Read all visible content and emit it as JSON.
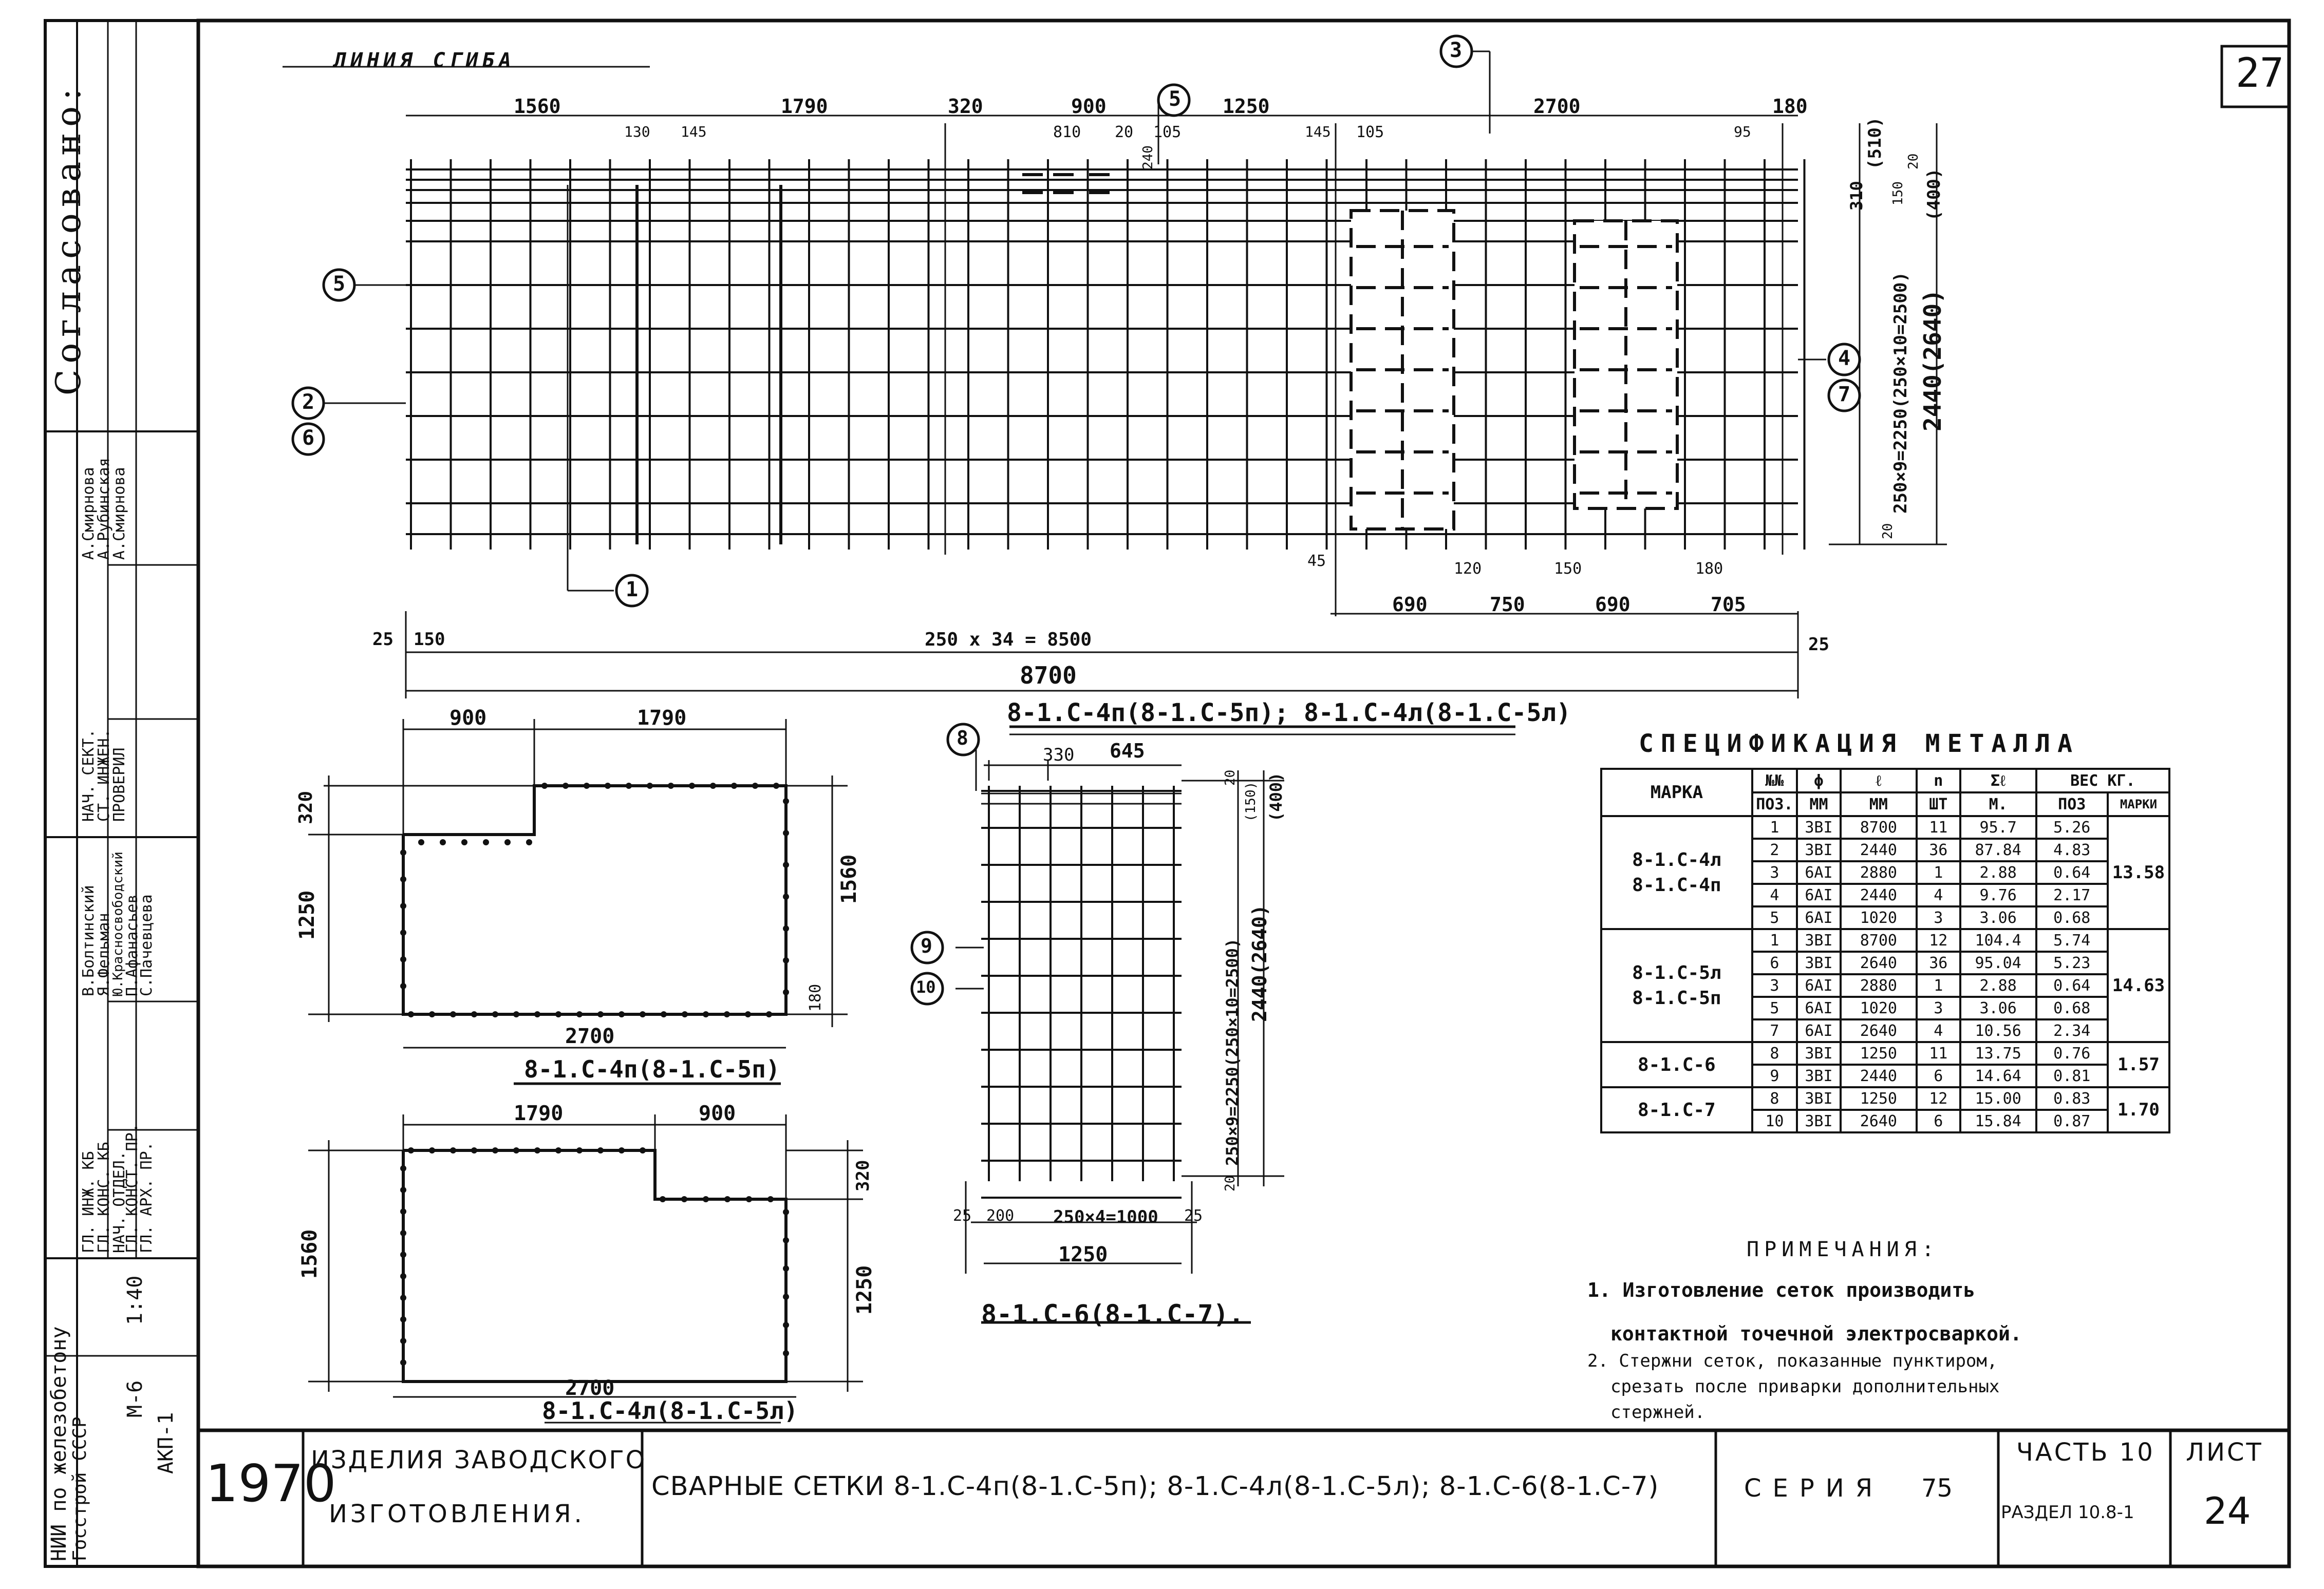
{
  "sheet": {
    "page_number": "27",
    "fold_line": "ЛИНИЯ СГИБА",
    "approved": "Согласовано:"
  },
  "main_grid": {
    "top_dims": [
      "1560",
      "1790",
      "320",
      "900",
      "1250",
      "2700",
      "180"
    ],
    "sub_dims": [
      "130",
      "145",
      "810",
      "20",
      "105",
      "145",
      "105",
      "95"
    ],
    "right_dims": [
      "310",
      "(510)",
      "150",
      "20",
      "(400)",
      "250×9=2250(250×10=2500)",
      "2440(2640)",
      "20"
    ],
    "bottom_dims": [
      "45",
      "120",
      "150",
      "180",
      "690",
      "750",
      "690",
      "705"
    ],
    "base_dims": [
      "25",
      "150",
      "250 x 34 = 8500",
      "8700",
      "25"
    ],
    "pos_labels": [
      "5",
      "2",
      "6",
      "1",
      "3",
      "5",
      "4",
      "7"
    ],
    "extra_dims": [
      "240"
    ],
    "caption": "8-1.С-4п(8-1.С-5п); 8-1.С-4л(8-1.С-5л)"
  },
  "plan_a": {
    "dims": [
      "900",
      "1790",
      "320",
      "1250",
      "1560",
      "180",
      "2700"
    ],
    "caption": "8-1.С-4п(8-1.С-5п)"
  },
  "plan_b": {
    "dims": [
      "1790",
      "900",
      "320",
      "1250",
      "1560",
      "2700"
    ],
    "caption": "8-1.С-4л(8-1.С-5л)"
  },
  "small_grid": {
    "pos_labels": [
      "8",
      "9",
      "10"
    ],
    "dims": [
      "330",
      "645",
      "20",
      "(150)",
      "(400)",
      "250×9=2250(250×10=2500)",
      "2440(2640)",
      "20",
      "25",
      "200",
      "250×4=1000",
      "25",
      "1250"
    ],
    "caption": "8-1.С-6(8-1.С-7)."
  },
  "spec": {
    "title": "СПЕЦИФИКАЦИЯ МЕТАЛЛА",
    "headers": {
      "mark": "МАРКА",
      "pos_top": "№№",
      "pos_bot": "ПОЗ.",
      "dia_top": "ϕ",
      "dia_bot": "ММ",
      "len_top": "ℓ",
      "len_bot": "ММ",
      "qty_top": "n",
      "qty_bot": "ШТ",
      "tot_top": "Σℓ",
      "tot_bot": "М.",
      "weight": "ВЕС КГ.",
      "w_pos": "ПОЗ",
      "w_mark": "МАРКИ"
    },
    "groups": [
      {
        "marks": [
          "8-1.С-4л",
          "8-1.С-4п"
        ],
        "total": "13.58",
        "rows": [
          {
            "pos": "1",
            "dia": "3ВI",
            "len": "8700",
            "qty": "11",
            "tot": "95.7",
            "w": "5.26"
          },
          {
            "pos": "2",
            "dia": "3ВI",
            "len": "2440",
            "qty": "36",
            "tot": "87.84",
            "w": "4.83"
          },
          {
            "pos": "3",
            "dia": "6АI",
            "len": "2880",
            "qty": "1",
            "tot": "2.88",
            "w": "0.64"
          },
          {
            "pos": "4",
            "dia": "6АI",
            "len": "2440",
            "qty": "4",
            "tot": "9.76",
            "w": "2.17"
          },
          {
            "pos": "5",
            "dia": "6АI",
            "len": "1020",
            "qty": "3",
            "tot": "3.06",
            "w": "0.68"
          }
        ]
      },
      {
        "marks": [
          "8-1.С-5л",
          "8-1.С-5п"
        ],
        "total": "14.63",
        "rows": [
          {
            "pos": "1",
            "dia": "3ВI",
            "len": "8700",
            "qty": "12",
            "tot": "104.4",
            "w": "5.74"
          },
          {
            "pos": "6",
            "dia": "3ВI",
            "len": "2640",
            "qty": "36",
            "tot": "95.04",
            "w": "5.23"
          },
          {
            "pos": "3",
            "dia": "6АI",
            "len": "2880",
            "qty": "1",
            "tot": "2.88",
            "w": "0.64"
          },
          {
            "pos": "5",
            "dia": "6АI",
            "len": "1020",
            "qty": "3",
            "tot": "3.06",
            "w": "0.68"
          },
          {
            "pos": "7",
            "dia": "6АI",
            "len": "2640",
            "qty": "4",
            "tot": "10.56",
            "w": "2.34"
          }
        ]
      },
      {
        "marks": [
          "8-1.С-6"
        ],
        "total": "1.57",
        "rows": [
          {
            "pos": "8",
            "dia": "3ВI",
            "len": "1250",
            "qty": "11",
            "tot": "13.75",
            "w": "0.76"
          },
          {
            "pos": "9",
            "dia": "3ВI",
            "len": "2440",
            "qty": "6",
            "tot": "14.64",
            "w": "0.81"
          }
        ]
      },
      {
        "marks": [
          "8-1.С-7"
        ],
        "total": "1.70",
        "rows": [
          {
            "pos": "8",
            "dia": "3ВI",
            "len": "1250",
            "qty": "12",
            "tot": "15.00",
            "w": "0.83"
          },
          {
            "pos": "10",
            "dia": "3ВI",
            "len": "2640",
            "qty": "6",
            "tot": "15.84",
            "w": "0.87"
          }
        ]
      }
    ]
  },
  "notes": {
    "title": "ПРИМЕЧАНИЯ:",
    "line1": "1. Изготовление сеток производить",
    "line2": "контактной точечной электросваркой.",
    "line3": "2. Стержни сеток, показанные пунктиром,",
    "line4": "срезать после приварки дополнительных",
    "line5": "стержней."
  },
  "title_block": {
    "year": "1970",
    "product_1": "ИЗДЕЛИЯ ЗАВОДСКОГО",
    "product_2": "ИЗГОТОВЛЕНИЯ.",
    "name": "СВАРНЫЕ СЕТКИ 8-1.С-4п(8-1.С-5п); 8-1.С-4л(8-1.С-5л); 8-1.С-6(8-1.С-7)",
    "series_label": "СЕРИЯ",
    "series": "75",
    "part": "ЧАСТЬ 10",
    "section": "РАЗДЕЛ 10.8-1",
    "sheet_label": "ЛИСТ",
    "sheet_no": "24"
  },
  "side_block": {
    "org_1": "НИИ по железобетону",
    "org_2": "Госстрой СССР",
    "scale": "1:40",
    "code": "М-6",
    "doc": "АКП-1",
    "roles": [
      "ГЛ. ИНЖ. КБ",
      "ГЛ. КОНС. КБ",
      "НАЧ. ОТДЕЛ.",
      "ГЛ. КОНСТ. ПР.",
      "ГЛ. АРХ. ПР.",
      "НАЧ. СЕКТ.",
      "СТ. ИНЖЕН.",
      "ПРОВЕРИЛ"
    ],
    "persons": [
      "В.Болтинский",
      "Я.Фельман",
      "Ю.Красносвободский",
      "П.Афанасьев",
      "С.Пачевцева",
      "А.Смирнова",
      "А.Рубинская",
      "А.Смирнова"
    ]
  }
}
